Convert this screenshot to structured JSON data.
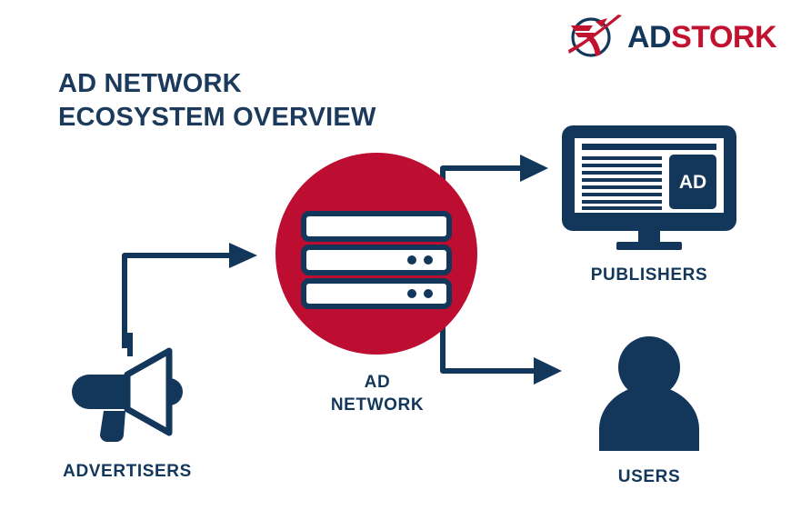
{
  "brand": {
    "mark_icon": "stork-bird-icon",
    "name_part_1": "AD",
    "name_part_2": "STORK",
    "navy": "#12375B",
    "red": "#C1122F"
  },
  "title": {
    "line_1": "AD NETWORK",
    "line_2": "ECOSYSTEM OVERVIEW"
  },
  "palette": {
    "navy": "#12375B",
    "title_navy": "#1B3A5C",
    "hub_red": "#BD0D30",
    "background": "#FFFFFF"
  },
  "nodes": [
    {
      "id": "advertisers",
      "label": "ADVERTISERS",
      "icon": "megaphone-icon"
    },
    {
      "id": "ad-network",
      "label_line_1": "AD",
      "label_line_2": "NETWORK",
      "icon": "server-stack-icon",
      "shape": "circle",
      "shape_color": "#BD0D30"
    },
    {
      "id": "publishers",
      "label": "PUBLISHERS",
      "icon": "desktop-monitor-icon",
      "screen_ad_label": "AD",
      "screen_text_lines": 9
    },
    {
      "id": "users",
      "label": "USERS",
      "icon": "person-icon"
    }
  ],
  "connections": [
    {
      "id": "advertisers-to-network",
      "from": "advertisers",
      "to": "ad-network",
      "style": "elbow-arrow"
    },
    {
      "id": "network-to-publishers",
      "from": "ad-network",
      "to": "publishers",
      "style": "elbow-arrow"
    },
    {
      "id": "network-to-users",
      "from": "ad-network",
      "to": "users",
      "style": "elbow-arrow"
    }
  ]
}
